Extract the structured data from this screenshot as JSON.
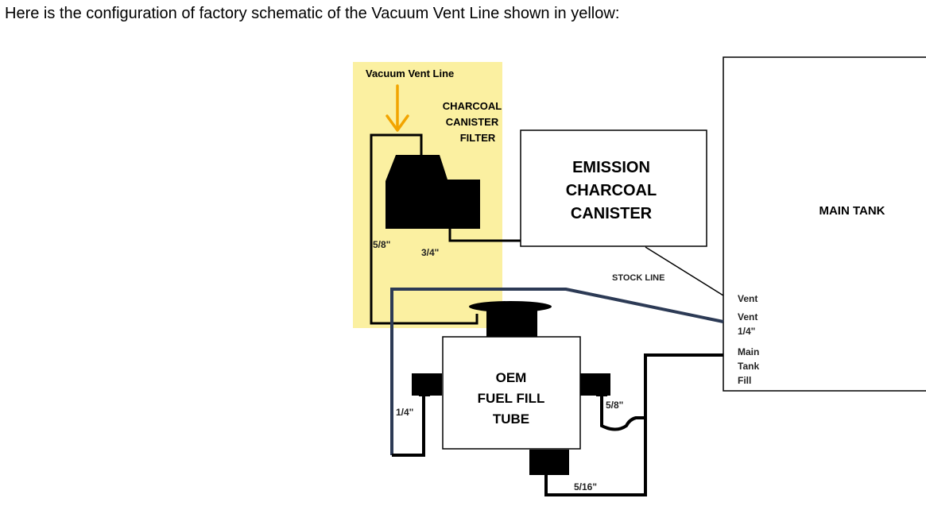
{
  "intro_text": "Here is the configuration of factory schematic of the Vacuum Vent Line shown in yellow:",
  "colors": {
    "highlight": "#fbf0a1",
    "arrow": "#f2a400",
    "line": "#000000",
    "stock_line": "#2c3a55"
  },
  "labels": {
    "vacuum_vent_line": "Vacuum Vent Line",
    "charcoal_filter": [
      "CHARCOAL",
      "CANISTER",
      "FILTER"
    ],
    "emission_canister": [
      "EMISSION",
      "CHARCOAL",
      "CANISTER"
    ],
    "main_tank": "MAIN TANK",
    "fuel_fill_tube": [
      "OEM",
      "FUEL FILL",
      "TUBE"
    ],
    "stock_line": "STOCK LINE",
    "port_vent": "Vent",
    "port_vent_quarter": [
      "Vent",
      "1/4\""
    ],
    "port_main_fill": [
      "Main",
      "Tank",
      "Fill"
    ],
    "size_five_eighths_left": "5/8\"",
    "size_three_quarters": "3/4\"",
    "size_quarter_left": "1/4\"",
    "size_five_eighths_right": "5/8\"",
    "size_five_sixteenths": "5/16\""
  }
}
